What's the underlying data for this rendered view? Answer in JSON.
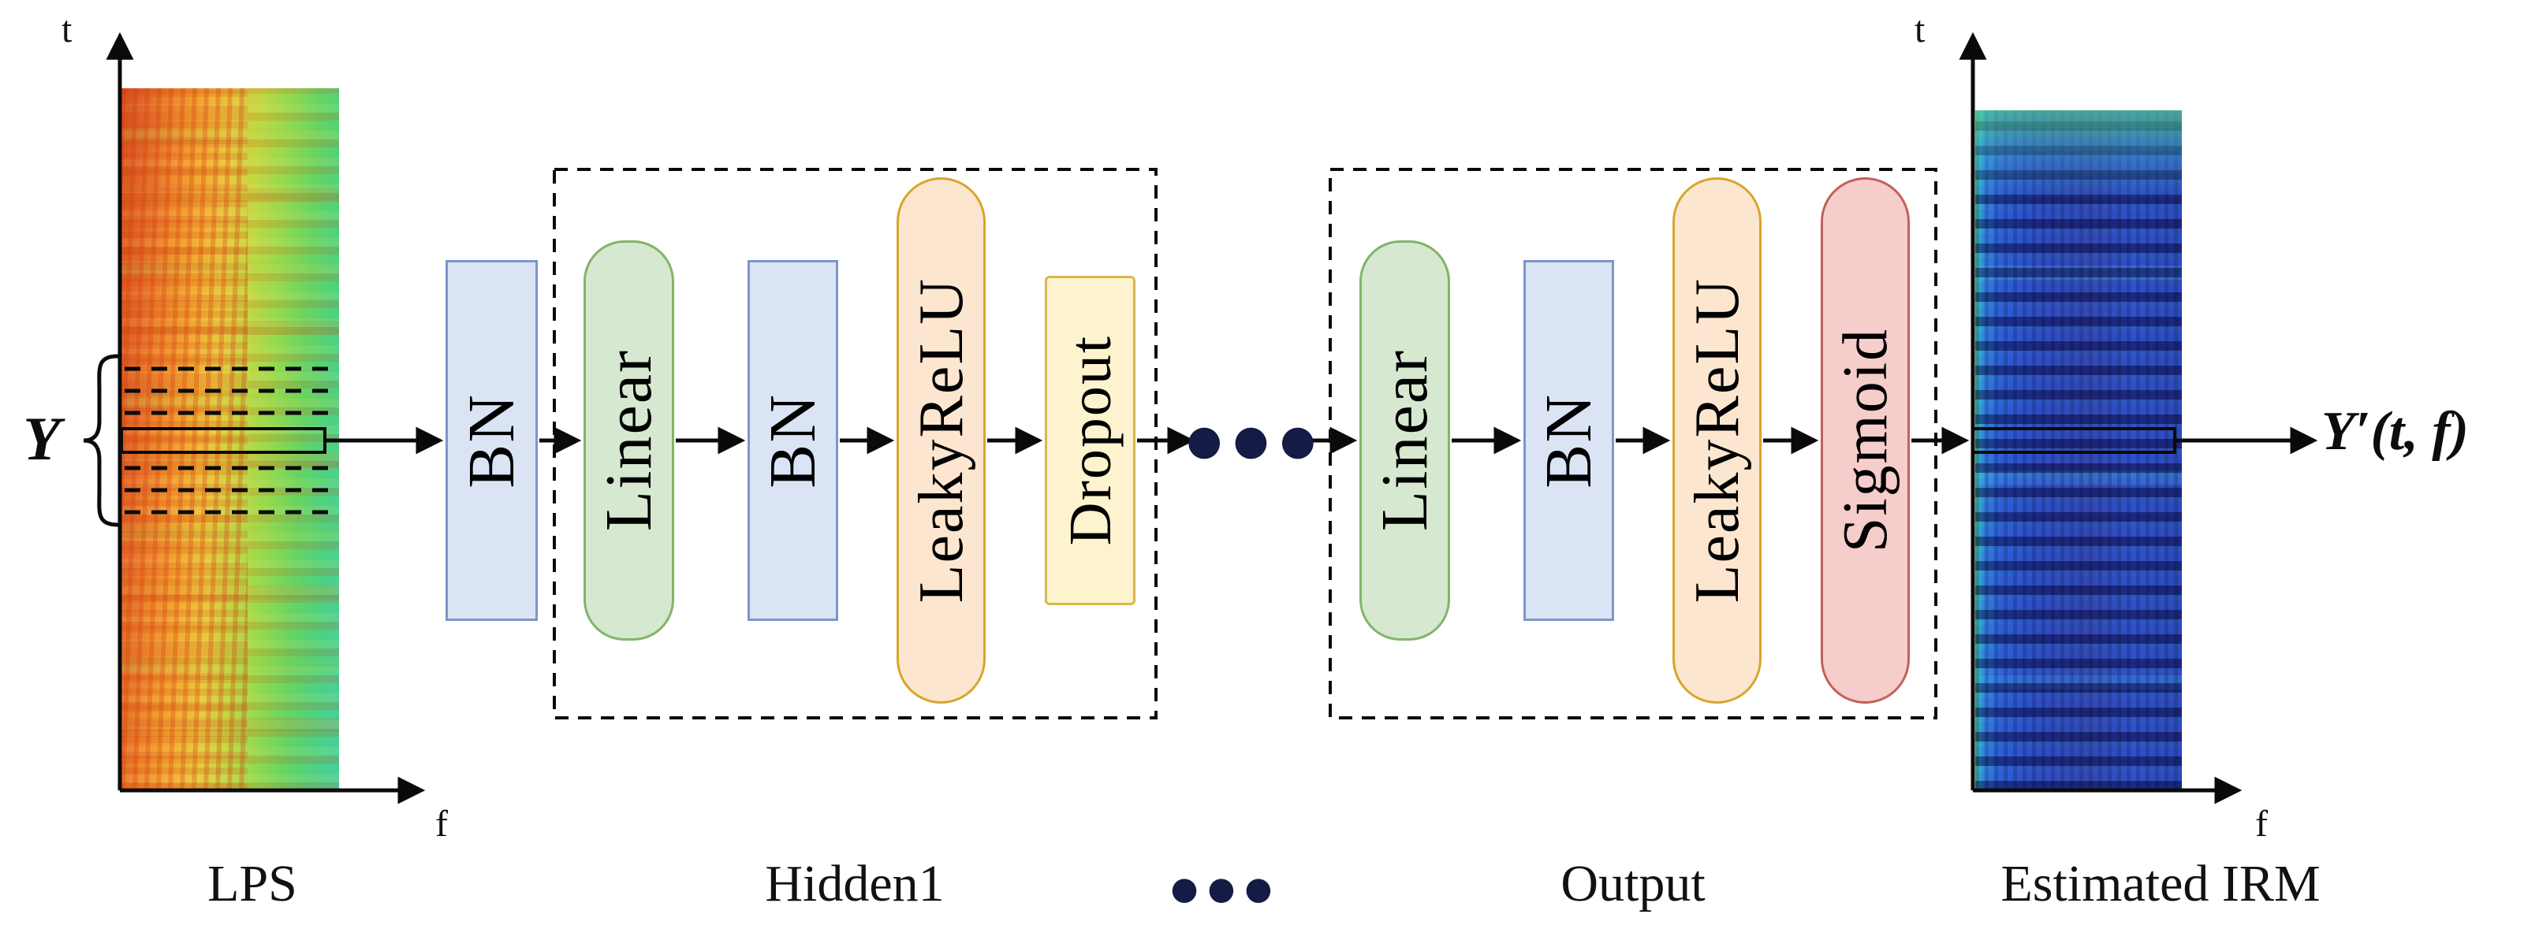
{
  "figure_type": "dnn-mask-estimation-architecture",
  "left_plot": {
    "input_symbol": "Y",
    "t_axis": "t",
    "f_axis": "f",
    "caption": "LPS"
  },
  "pre_block": {
    "label": "BN"
  },
  "hidden_group": {
    "caption": "Hidden1",
    "block_linear": "Linear",
    "block_bn": "BN",
    "block_act": "LeakyReLU",
    "block_drop": "Dropout"
  },
  "ellipsis": {
    "flow_dots": "●●●",
    "caption_dots": "●●●"
  },
  "output_group": {
    "caption": "Output",
    "block_linear": "Linear",
    "block_bn": "BN",
    "block_act": "LeakyReLU",
    "block_out": "Sigmoid"
  },
  "right_plot": {
    "t_axis": "t",
    "f_axis": "f",
    "caption": "Estimated IRM",
    "output_symbol": "Y′(t, f)"
  },
  "colors": {
    "bn_fill": "#dbe4f5",
    "bn_border": "#7d96c8",
    "linear_fill": "#d6e8d0",
    "linear_border": "#83b468",
    "relu_fill": "#fce6d0",
    "relu_border": "#d7a52a",
    "dropout_fill": "#fdf3cf",
    "dropout_border": "#d8b74a",
    "sigmoid_fill": "#f5cdca",
    "sigmoid_border": "#c2605c",
    "dots": "#141b44",
    "line": "#0a0a0a"
  }
}
